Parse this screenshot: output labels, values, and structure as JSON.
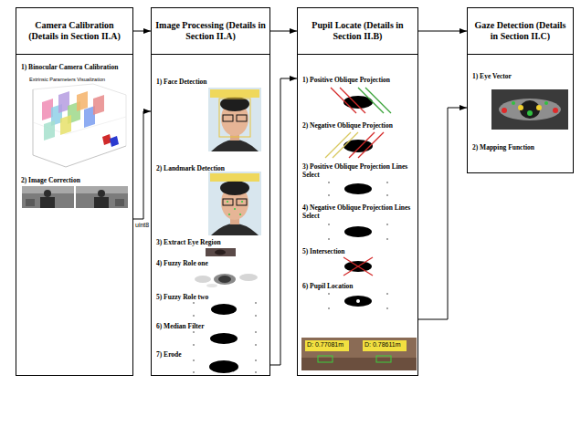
{
  "diagram": {
    "nodes": [
      {
        "text": [
          "Camera Calibration (Details in Section II.A)"
        ]
      },
      {
        "text": [
          "1) Binocular Camera Calibration",
          "2) Image Correction"
        ]
      },
      {
        "text": [
          "Image Processing (Details in Section II.A)"
        ]
      },
      {
        "text": [
          "1) Face Detection",
          "2) Landmark Detection",
          "3) Extract Eye Region",
          "4) Fuzzy Role one",
          "5) Fuzzy Role two",
          "6) Median Filter",
          "7) Erode"
        ]
      },
      {
        "text": [
          "Pupil Locate (Details in Section II.B)"
        ]
      },
      {
        "text": [
          "1) Positive Oblique Projection",
          "2) Negative Oblique Projection",
          "3) Positive Oblique Projection Lines Select",
          "4) Negative Oblique Projection Lines Select",
          "5) Intersection",
          "6) Pupil Location"
        ]
      },
      {
        "text": [
          "Gaze Detection (Details in Section II.C)"
        ]
      },
      {
        "text": [
          "1) Eye Vector",
          "2) Mapping Function"
        ]
      }
    ],
    "edges": [
      {
        "from": 0,
        "to": 2,
        "arrow": "to"
      },
      {
        "from": 2,
        "to": 4,
        "arrow": "to"
      },
      {
        "from": 4,
        "to": 6,
        "arrow": "to"
      },
      {
        "from": 1,
        "to": 3,
        "label": "uint8",
        "arrow": "to"
      },
      {
        "from": 3,
        "to": 5,
        "arrow": "to"
      },
      {
        "from": 5,
        "to": 7,
        "arrow": "to"
      }
    ],
    "labels": [
      "Extrinsic Parameters Visualization",
      "D: 0.77081m",
      "D: 0.78611m"
    ]
  }
}
